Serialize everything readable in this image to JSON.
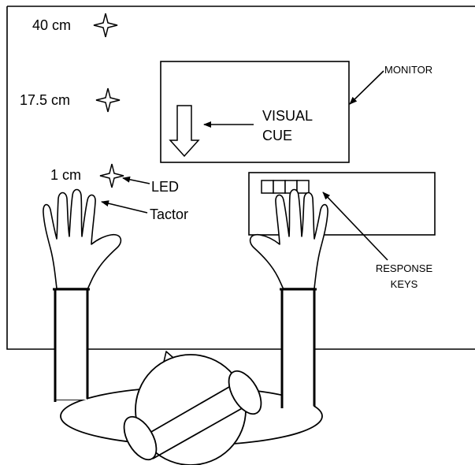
{
  "distances": {
    "far": "40 cm",
    "middle": "17.5 cm",
    "near": "1 cm"
  },
  "labels": {
    "monitor": "MONITOR",
    "visual_cue_line1": "VISUAL",
    "visual_cue_line2": "CUE",
    "led": "LED",
    "tactor": "Tactor",
    "response_keys_line1": "RESPONSE",
    "response_keys_line2": "KEYS"
  },
  "colors": {
    "stroke": "#000000",
    "fill": "#ffffff"
  },
  "icons": [
    "star-led-icon",
    "down-arrow-icon",
    "hand-icon"
  ]
}
